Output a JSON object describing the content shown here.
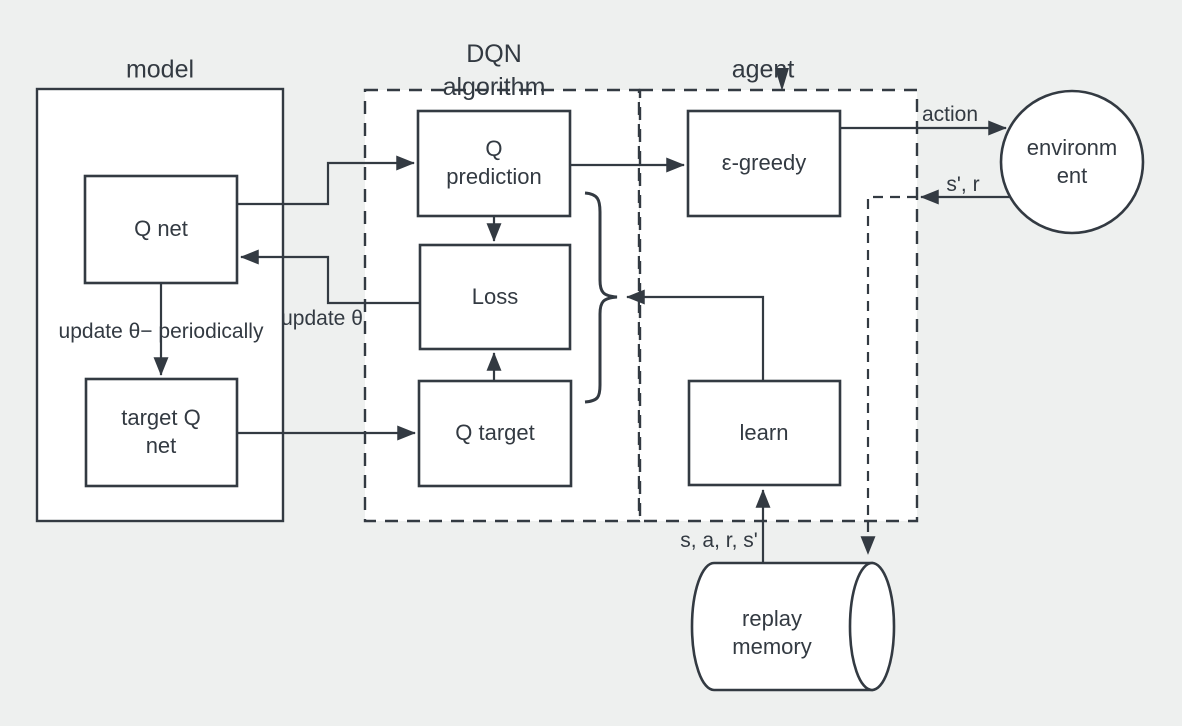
{
  "colors": {
    "background": "#eef0ef",
    "stroke": "#333a42",
    "node_fill": "#ffffff"
  },
  "containers": {
    "model": {
      "title": "model"
    },
    "dqn": {
      "title_lines": [
        "DQN",
        "algorithm"
      ]
    },
    "agent": {
      "title": "agent"
    }
  },
  "nodes": {
    "q_net": {
      "label": "Q net"
    },
    "target_q_net": {
      "label_lines": [
        "target Q",
        "net"
      ]
    },
    "q_prediction": {
      "label_lines": [
        "Q",
        "prediction"
      ]
    },
    "loss": {
      "label": "Loss"
    },
    "q_target": {
      "label": "Q target"
    },
    "epsilon_greedy": {
      "label": "ε-greedy"
    },
    "learn": {
      "label": "learn"
    },
    "environment": {
      "label_lines": [
        "environm",
        "ent"
      ]
    },
    "replay_memory": {
      "label_lines": [
        "replay",
        "memory"
      ]
    }
  },
  "edge_labels": {
    "update_theta_minus": "update θ− periodically",
    "update_theta": "update  θ",
    "action": "action",
    "s_prime_r": "s', r",
    "s_a_r_s_prime": "s, a, r, s'"
  }
}
